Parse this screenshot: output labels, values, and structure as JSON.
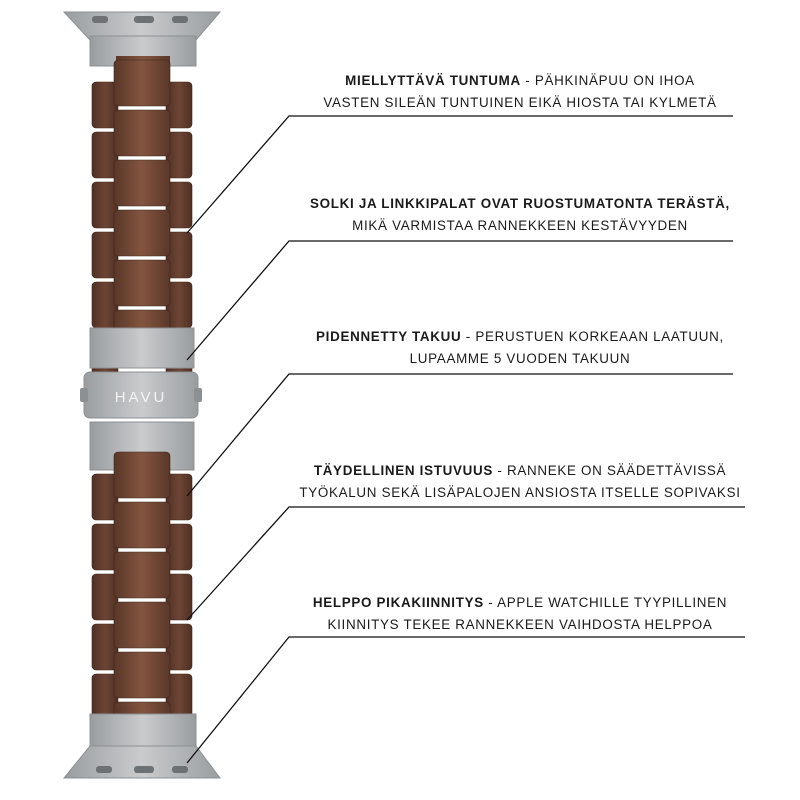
{
  "brand": {
    "logo_text": "HAVU"
  },
  "colors": {
    "wood_dark": "#5e3a2c",
    "wood_mid": "#7a4e3c",
    "wood_light": "#8f5f4a",
    "steel": "#b9bbbd",
    "steel_dark": "#8d9093",
    "line": "#111111",
    "text": "#1a1a1a"
  },
  "features": [
    {
      "title": "MIELLYTTÄVÄ TUNTUMA",
      "line1_rest": " - PÄHKINÄPUU ON IHOA",
      "line2": "VASTEN SILEÄN TUNTUINEN EIKÄ HIOSTA TAI KYLMETÄ"
    },
    {
      "title": "SOLKI JA LINKKIPALAT OVAT RUOSTUMATONTA TERÄSTÄ,",
      "line1_rest": "",
      "line2": "MIKÄ VARMISTAA RANNEKKEEN KESTÄVYYDEN"
    },
    {
      "title": "PIDENNETTY TAKUU",
      "line1_rest": " - PERUSTUEN KORKEAAN LAATUUN,",
      "line2": "LUPAAMME 5 VUODEN TAKUUN"
    },
    {
      "title": "TÄYDELLINEN ISTUVUUS",
      "line1_rest": " - RANNEKE ON SÄÄDETTÄVISSÄ",
      "line2": "TYÖKALUN SEKÄ LISÄPALOJEN ANSIOSTA ITSELLE SOPIVAKSI"
    },
    {
      "title": "HELPPO PIKAKIINNITYS",
      "line1_rest": " - APPLE WATCHILLE TYYPILLINEN",
      "line2": "KIINNITYS TEKEE RANNEKKEEN VAIHDOSTA HELPPOA"
    }
  ]
}
